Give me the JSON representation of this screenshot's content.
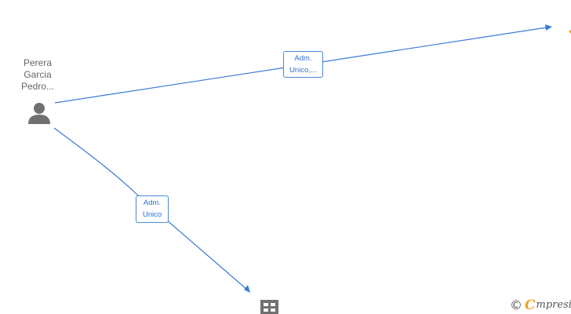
{
  "nodes": {
    "person": {
      "name": "Perera\nGarcia\nPedro..."
    }
  },
  "edges": [
    {
      "label": "Adm.\nUnico,..."
    },
    {
      "label": "Adm.\nUnico"
    }
  ],
  "watermark": {
    "copyright": "©",
    "brand_initial": "C",
    "brand_rest": "mpresia"
  },
  "colors": {
    "edge": "#3a7bd5",
    "edge_label_text": "#2d6fd0",
    "node_icon": "#707070",
    "brand_accent": "#f0a020"
  }
}
